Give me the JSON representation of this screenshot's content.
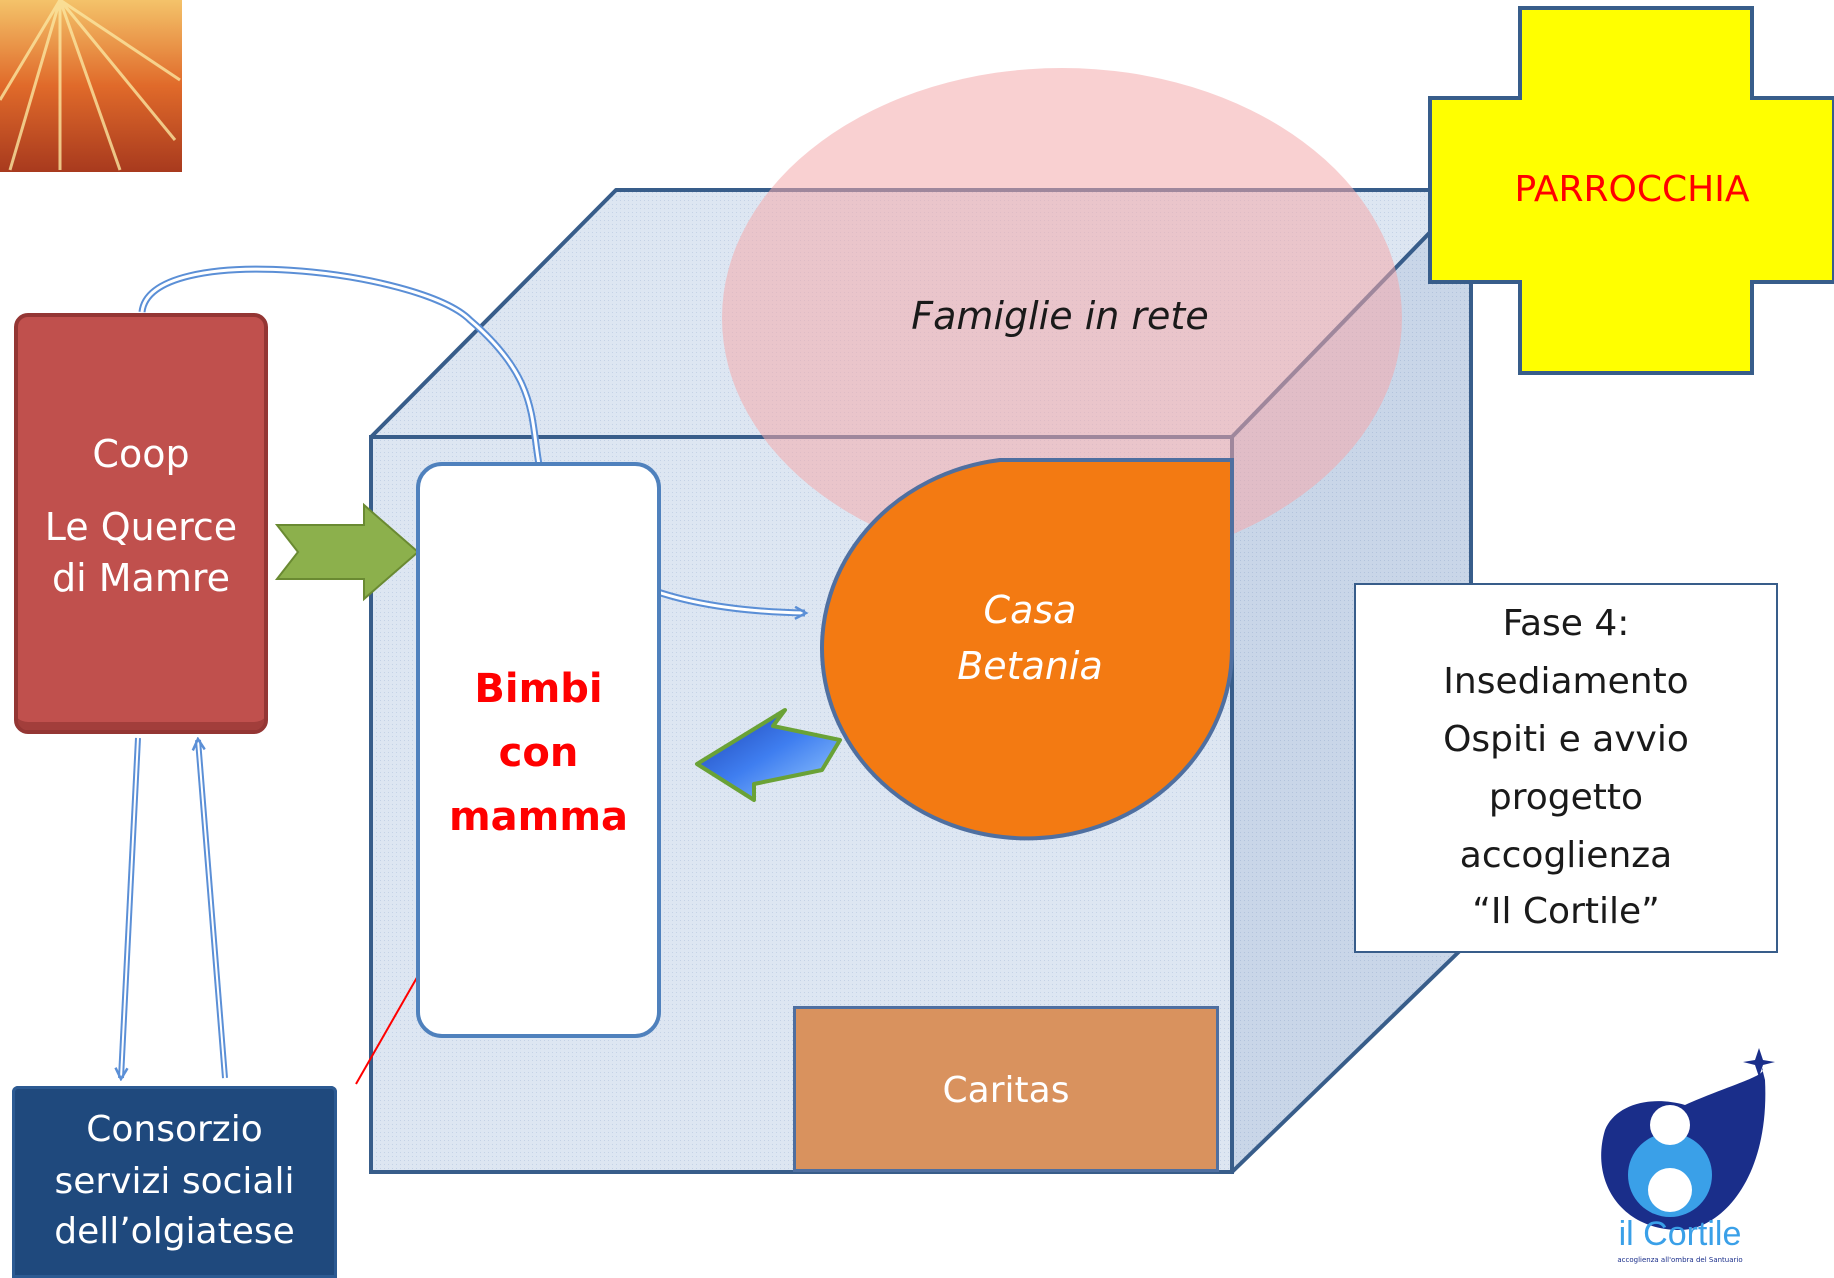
{
  "diagram": {
    "parrocchia": {
      "label": "PARROCCHIA"
    },
    "famiglie": {
      "label": "Famiglie in rete"
    },
    "coop": {
      "line1": "Coop",
      "line2": "Le Querce",
      "line3": "di Mamre"
    },
    "casa_betania": {
      "line1": "Casa",
      "line2": "Betania"
    },
    "bimbi": {
      "line1": "Bimbi",
      "line2": "con",
      "line3": "mamma"
    },
    "fase": {
      "line1": "Fase 4:",
      "line2": "Insediamento",
      "line3": "Ospiti e avvio",
      "line4": "progetto",
      "line5": "accoglienza",
      "line6": "“Il Cortile”"
    },
    "caritas": {
      "label": "Caritas"
    },
    "consorzio": {
      "line1": "Consorzio",
      "line2": "servizi sociali",
      "line3": "dell’olgiatese"
    },
    "logo": {
      "brand": "il Cortile",
      "tagline": "accoglienza all'ombra del Santuario"
    }
  },
  "colors": {
    "cube_fill": "#dde6f2",
    "cube_stroke": "#385d8a",
    "parrocchia_fill": "#ffff00",
    "parrocchia_text": "#ff0000",
    "famiglie_fill": "#f4a9ac",
    "coop_fill": "#c0504d",
    "casa_fill": "#f37a12",
    "bimbi_text": "#ff0000",
    "caritas_fill": "#d9925e",
    "consorzio_fill": "#1f497d",
    "arrow_green": "#8cb04c",
    "arrow_blue": "#2e5fd6",
    "connector_blue": "#5b8fd6",
    "connector_red": "#ff0000"
  }
}
